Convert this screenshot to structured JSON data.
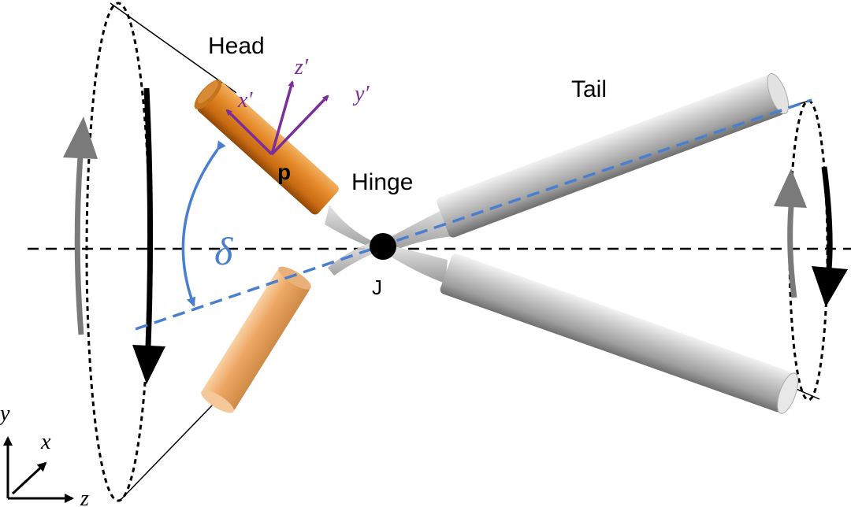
{
  "labels": {
    "head": "Head",
    "tail": "Tail",
    "hinge": "Hinge",
    "joint": "J",
    "point": "p",
    "angle": "δ"
  },
  "body_axes": {
    "x": "x′",
    "y": "y′",
    "z": "z′"
  },
  "world_axes": {
    "x": "x",
    "y": "y",
    "z": "z"
  },
  "colors": {
    "head": "#e08a2c",
    "tail": "#b8b8b8",
    "body_axes": "#7a2e9c",
    "angle": "#4a7fd0",
    "arrow_back": "#7a7a7a",
    "arrow_front": "#000000"
  }
}
